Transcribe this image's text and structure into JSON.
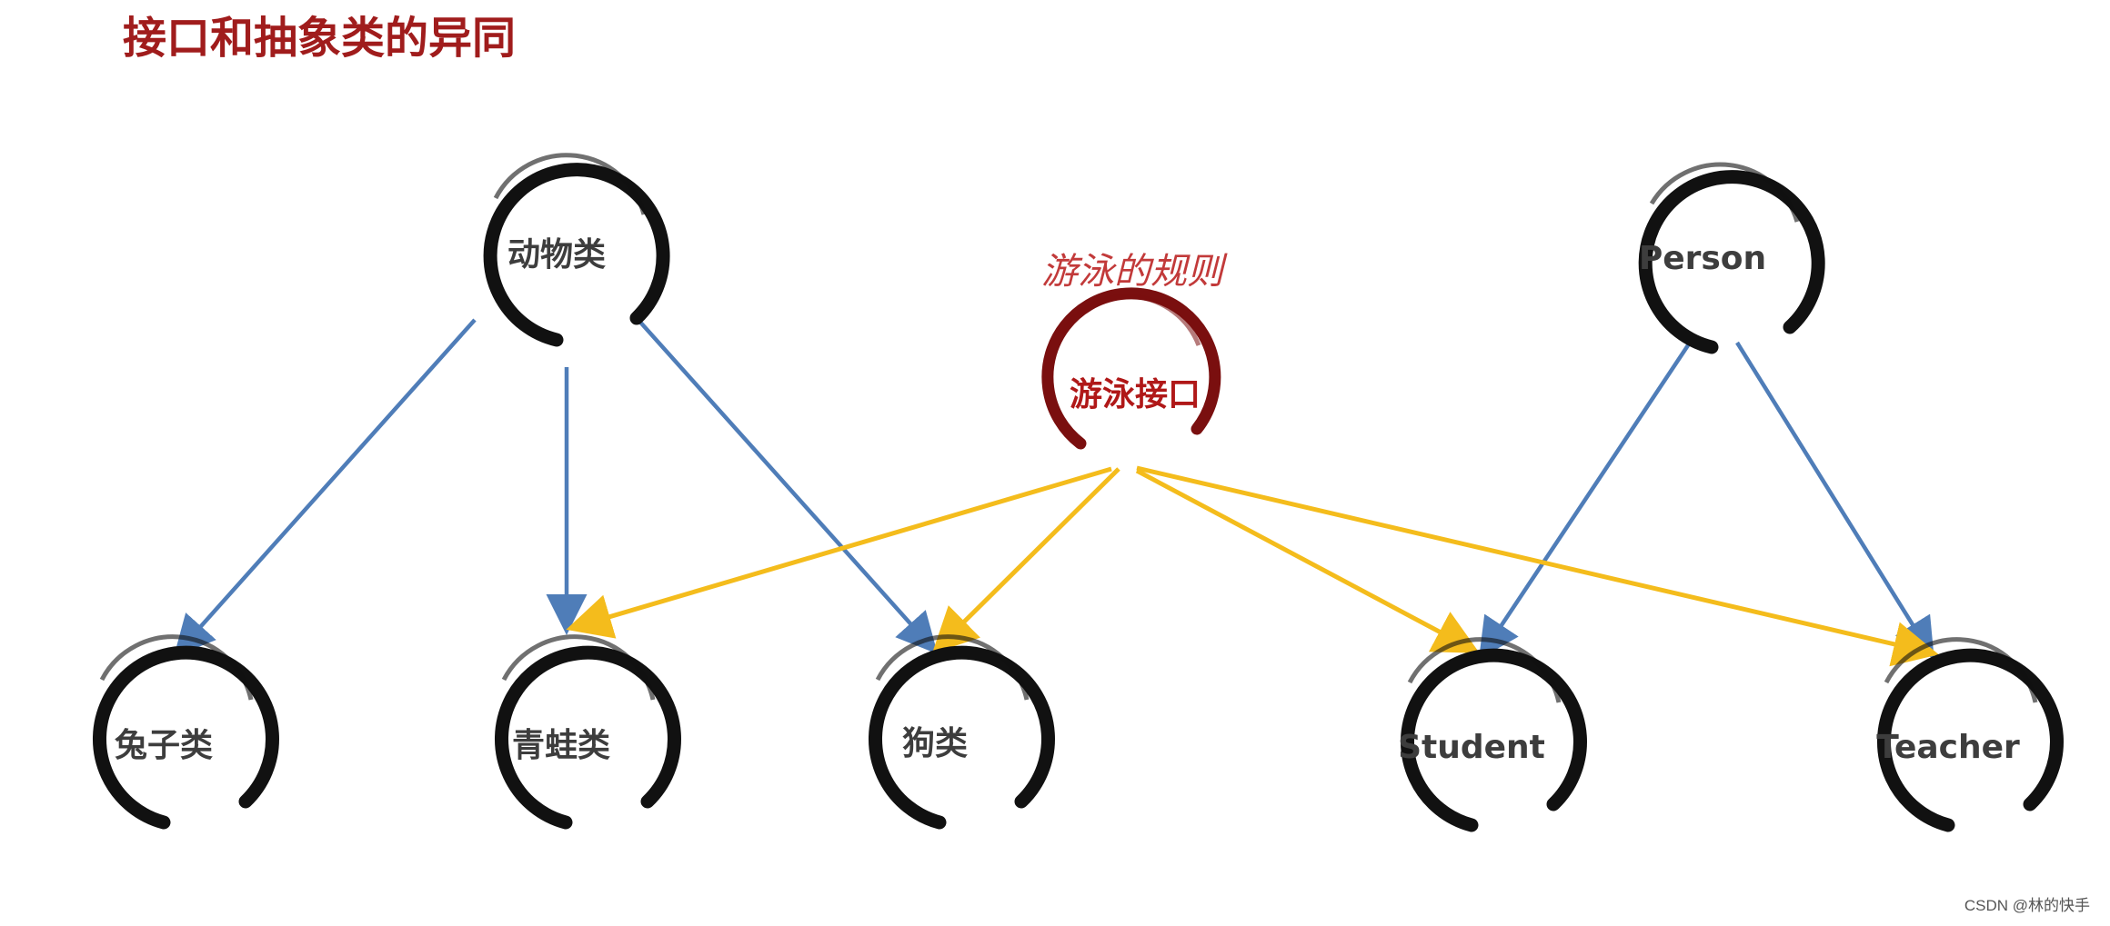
{
  "title": "接口和抽象类的异同",
  "watermark": "CSDN @林的快手",
  "interface_caption": "游泳的规则",
  "nodes": {
    "animal": "动物类",
    "person": "Person",
    "swim": "游泳接口",
    "rabbit": "兔子类",
    "frog": "青蛙类",
    "dog": "狗类",
    "student": "Student",
    "teacher": "Teacher"
  },
  "colors": {
    "title": "#a01c1c",
    "inheritance_arrow": "#4f7db8",
    "interface_arrow": "#f4bc1c",
    "interface_ring": "#7a0f0f",
    "interface_text": "#b01818",
    "class_ring": "#111111"
  },
  "edges": [
    {
      "from": "animal",
      "to": "rabbit",
      "kind": "inheritance"
    },
    {
      "from": "animal",
      "to": "frog",
      "kind": "inheritance"
    },
    {
      "from": "animal",
      "to": "dog",
      "kind": "inheritance"
    },
    {
      "from": "person",
      "to": "student",
      "kind": "inheritance"
    },
    {
      "from": "person",
      "to": "teacher",
      "kind": "inheritance"
    },
    {
      "from": "swim",
      "to": "frog",
      "kind": "interface"
    },
    {
      "from": "swim",
      "to": "dog",
      "kind": "interface"
    },
    {
      "from": "swim",
      "to": "student",
      "kind": "interface"
    },
    {
      "from": "swim",
      "to": "teacher",
      "kind": "interface"
    }
  ]
}
